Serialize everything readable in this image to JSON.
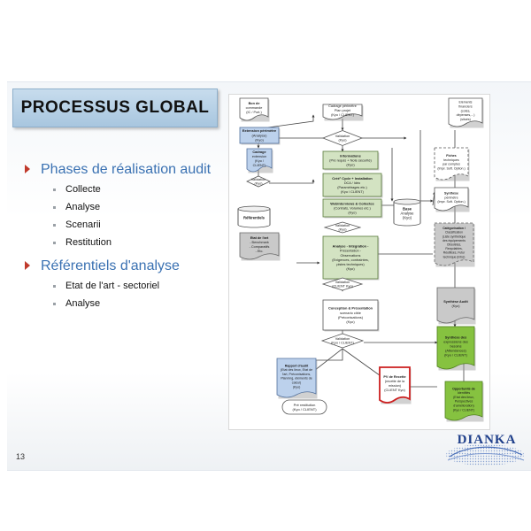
{
  "slide": {
    "title": "PROCESSUS GLOBAL",
    "page_number": "13"
  },
  "outline": [
    {
      "heading": "Phases de réalisation audit",
      "items": [
        "Collecte",
        "Analyse",
        "Scenarii",
        "Restitution"
      ]
    },
    {
      "heading": "Référentiels d'analyse",
      "items": [
        "Etat de l'art - sectoriel",
        "Analyse"
      ]
    }
  ],
  "logo": {
    "text": "DIANKA"
  },
  "diagram": {
    "bon_commande": [
      "Bon de",
      "commande",
      "(IC / Port.)"
    ],
    "cadrage_perimetre": [
      "Cadrage périmètre",
      "Plan projet",
      "(Kyo / CLIENT)"
    ],
    "elements_financiers": [
      "Eléments",
      "financiers",
      "(cotés,",
      "dépenses,...)",
      "(situés)"
    ],
    "extension_perimetre": [
      "Extension périmètre",
      "(Analyse)",
      "(Kyo)"
    ],
    "validation_1": [
      "Validation",
      "(Kyo)"
    ],
    "cadrage_extension": [
      "Cadrage",
      "extension",
      "(Kyo /",
      "CLIENT)"
    ],
    "validation_2": [
      "Validation",
      "(Kyo)"
    ],
    "informations": [
      "Informations",
      "(Pré requis + Note sécurité)",
      "(Kyo)"
    ],
    "cree_cycle": [
      "Créé° Cycle + Installation",
      "DCA / Idéo",
      "(Paramétrages etc.)",
      "(Kyo / CLIENT)"
    ],
    "webinterviews": [
      "WebInterviews & Collectes",
      "(Contrats, Volumes etc.)",
      "(Kyo)"
    ],
    "fiches_techniques": [
      "Fiches",
      "techniques",
      "par comptes",
      "(Impr. Soft. Option.)"
    ],
    "synthese_perimetre": [
      "Synthèse",
      "périmètre",
      "(Impr. Soft. Option.)"
    ],
    "base_analyse": [
      "Base",
      "Analyse",
      "(Kyo)"
    ],
    "referentiels": [
      "Référentiels"
    ],
    "validation_3": [
      "Validation",
      "(Kyo)"
    ],
    "etat_art": [
      "Etat de l'art",
      "- Benchmark",
      "- Comparatifs",
      "- Etc."
    ],
    "analyse_integration": [
      "Analyse - Intégration -",
      "Présentation -",
      "Observations",
      "(Exigences, contraintes,",
      "pistes techniques)",
      "(Kyo)"
    ],
    "categorisation": [
      "Catégorisation /",
      "Classification",
      "(Liste synthétique",
      "des équipements",
      "Obsolètes,",
      "Recyclables,",
      "Réutilisés, Futur",
      "technique (Info))"
    ],
    "validation_4": [
      "Validation",
      "(CLIENT Kyo)"
    ],
    "synthese_audit": [
      "Synthèse Audit",
      "(Kyo)"
    ],
    "conception": [
      "Conception & Présentation",
      "scenario cible",
      "(Préconisations)",
      "(Kyo)"
    ],
    "validation_5": [
      "Validation",
      "(Kyo / CLIENT)"
    ],
    "synthese_expressions": [
      "Synthèse des",
      "expressions des",
      "besoins",
      "(Attendances)",
      "(Kyo / CLIENT)"
    ],
    "rapport_audit": [
      "Rapport d'audit",
      "(Etat des lieux, Etat de",
      "l'art, Préconisations,",
      "Planning, éléments de",
      "calcul)",
      "(Kyo)"
    ],
    "pv_recette": [
      "PV de Recette",
      "(recette de la",
      "mission)",
      "(CLIENT Kyo)"
    ],
    "opportunite": [
      "Opportunité de",
      "Identifiés",
      "(Etat des lieux,",
      "Perspectives",
      "d'amélioration)",
      "(Kyo / CLIENT)"
    ],
    "pre_restitution": [
      "Pré restitution",
      "(Kyo / CLIENT)"
    ]
  }
}
